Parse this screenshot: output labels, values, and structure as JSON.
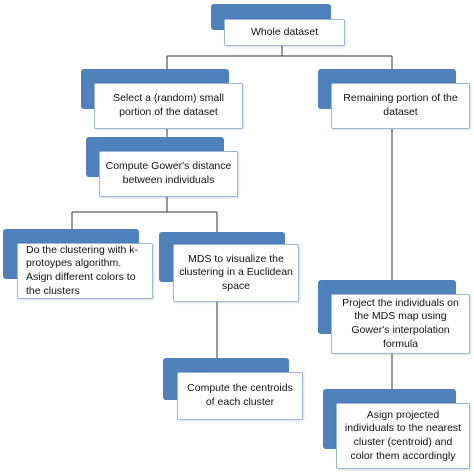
{
  "diagram": {
    "nodes": {
      "whole": "Whole dataset",
      "select": "Select a (random) small portion of the dataset",
      "remaining": "Remaining portion of the dataset",
      "gower": "Compute Gower's distance between individuals",
      "cluster": "Do the clustering with k-protoypes algorithm. Asign different colors to the clusters",
      "mds": "MDS to visualize the clustering in a Euclidean space",
      "project": "Project the individuals on the MDS map using Gower's interpolation formula",
      "centroids": "Compute the centroids of each cluster",
      "assign": "Asign projected individuals to the nearest cluster (centroid) and color them accordingly"
    },
    "colors": {
      "accent": "#4f81bd",
      "border": "#9fb6d6",
      "line": "#333333"
    }
  }
}
